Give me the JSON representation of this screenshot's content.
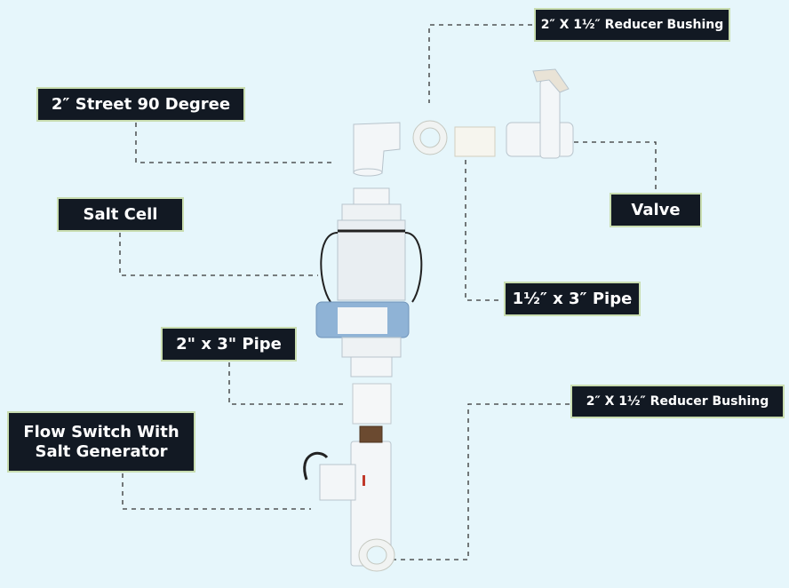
{
  "labels": {
    "street90": "2″ Street 90 Degree",
    "reducer_top": "2″ X 1½″ Reducer Bushing",
    "valve": "Valve",
    "salt_cell": "Salt Cell",
    "pipe_small": "1½″ x 3″ Pipe",
    "pipe_large": "2\" x 3\" Pipe",
    "flow_switch_line1": "Flow Switch With",
    "flow_switch_line2": "Salt Generator",
    "reducer_bottom": "2″ X 1½″ Reducer Bushing"
  },
  "colors": {
    "background": "#e6f6fb",
    "label_bg": "#121923",
    "pvc": "#f4f7f8",
    "cell_band": "#8fb3d6"
  }
}
